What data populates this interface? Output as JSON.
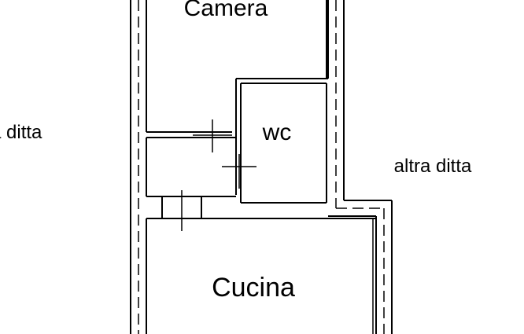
{
  "rooms": {
    "camera": "Camera",
    "wc": "wc",
    "cucina": "Cucina"
  },
  "neighbors": {
    "left": "a ditta",
    "right": "altra ditta"
  },
  "colors": {
    "line": "#000000",
    "background": "#ffffff"
  }
}
